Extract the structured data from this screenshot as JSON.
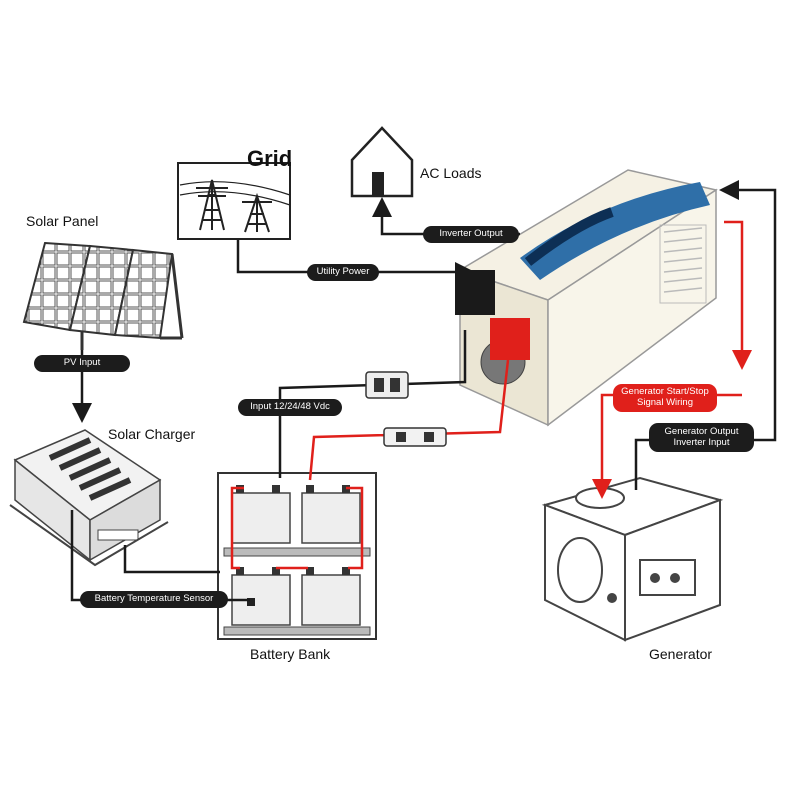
{
  "components": {
    "grid": "Grid",
    "ac_loads": "AC Loads",
    "solar_panel": "Solar Panel",
    "solar_charger": "Solar Charger",
    "battery_bank": "Battery Bank",
    "generator": "Generator"
  },
  "connections": {
    "inverter_output": "Inverter Output",
    "utility_power": "Utility Power",
    "pv_input": "PV Input",
    "dc_input": "Input 12/24/48 Vdc",
    "battery_temp_sensor": "Battery Temperature Sensor",
    "gen_start_stop_line1": "Generator Start/Stop",
    "gen_start_stop_line2": "Signal Wiring",
    "gen_output_line1": "Generator Output",
    "gen_output_line2": "Inverter Input"
  },
  "colors": {
    "wire_black": "#1a1a1a",
    "wire_red": "#e0201b",
    "inverter_body": "#f3efe2",
    "inverter_panel": "#2f6fa8"
  }
}
